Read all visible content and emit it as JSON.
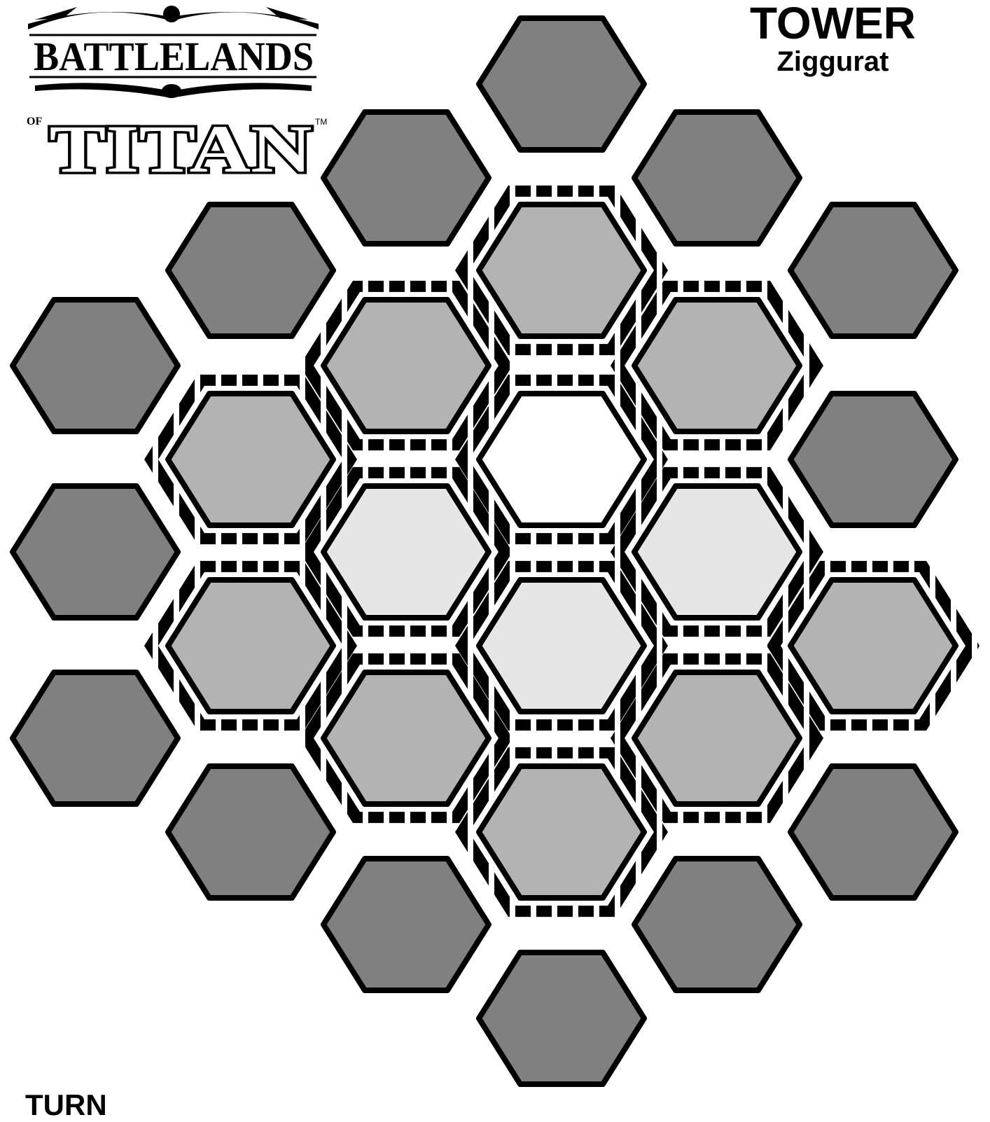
{
  "logo": {
    "line1": "BATTLELANDS",
    "of": "OF",
    "line2": "TITAN",
    "tm": "TM"
  },
  "header": {
    "title": "TOWER",
    "subtitle": "Ziggurat"
  },
  "footer": {
    "turn_label": "TURN"
  },
  "colors": {
    "hex_dark": "#808080",
    "hex_mid": "#b3b3b3",
    "hex_light": "#e6e6e6",
    "hex_white": "#ffffff",
    "outline": "#000000"
  },
  "board": {
    "columns": [
      {
        "col": 0,
        "hexes": [
          "dark",
          "dark",
          "dark"
        ]
      },
      {
        "col": 1,
        "hexes": [
          "dark",
          "mid",
          "mid",
          "dark"
        ]
      },
      {
        "col": 2,
        "hexes": [
          "dark",
          "mid",
          "light",
          "mid",
          "dark"
        ]
      },
      {
        "col": 3,
        "hexes": [
          "dark",
          "mid",
          "white",
          "light",
          "mid",
          "dark"
        ]
      },
      {
        "col": 4,
        "hexes": [
          "dark",
          "mid",
          "light",
          "mid",
          "dark"
        ]
      },
      {
        "col": 5,
        "hexes": [
          "dark",
          "dark",
          "mid",
          "dark"
        ]
      }
    ],
    "cliff_edges": 2,
    "wall_edges": "wall"
  }
}
